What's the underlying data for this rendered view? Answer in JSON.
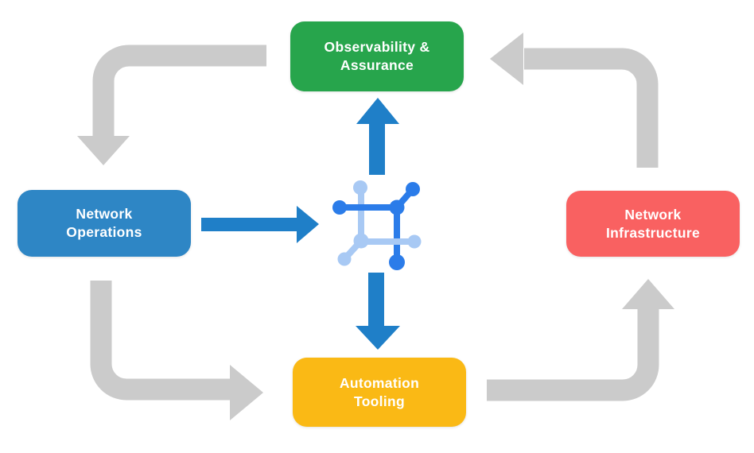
{
  "colors": {
    "background": "#FFFFFF",
    "box_green": "#27A54C",
    "box_blue": "#2E86C5",
    "box_red": "#F96161",
    "box_yellow": "#FAB915",
    "arrow_gray": "#CBCBCB",
    "arrow_blue": "#1F7FC8",
    "icon_blue_dark": "#2B7CE9",
    "icon_blue_light": "#A8C9F4",
    "label_text": "#FFFFFF"
  },
  "boxes": {
    "observability": {
      "line1": "Observability &",
      "line2": "Assurance"
    },
    "operations": {
      "line1": "Network",
      "line2": "Operations"
    },
    "infrastructure": {
      "line1": "Network",
      "line2": "Infrastructure"
    },
    "automation": {
      "line1": "Automation",
      "line2": "Tooling"
    }
  },
  "icon": {
    "name": "network-mesh-icon",
    "description": "stylized square network mesh with connected nodes, two-tone blue"
  },
  "flows": [
    {
      "from": "Observability & Assurance",
      "to": "Network Operations",
      "style": "gray-elbow",
      "direction": "down"
    },
    {
      "from": "Network Operations",
      "to": "Automation Tooling",
      "style": "gray-elbow",
      "direction": "right"
    },
    {
      "from": "Automation Tooling",
      "to": "Network Infrastructure",
      "style": "gray-elbow",
      "direction": "up"
    },
    {
      "from": "Network Infrastructure",
      "to": "Observability & Assurance",
      "style": "gray-elbow",
      "direction": "left"
    },
    {
      "from": "Network Operations",
      "to": "center-icon",
      "style": "blue-straight",
      "direction": "right"
    },
    {
      "from": "center-icon",
      "to": "Observability & Assurance",
      "style": "blue-straight",
      "direction": "up"
    },
    {
      "from": "center-icon",
      "to": "Automation Tooling",
      "style": "blue-straight",
      "direction": "down"
    }
  ]
}
